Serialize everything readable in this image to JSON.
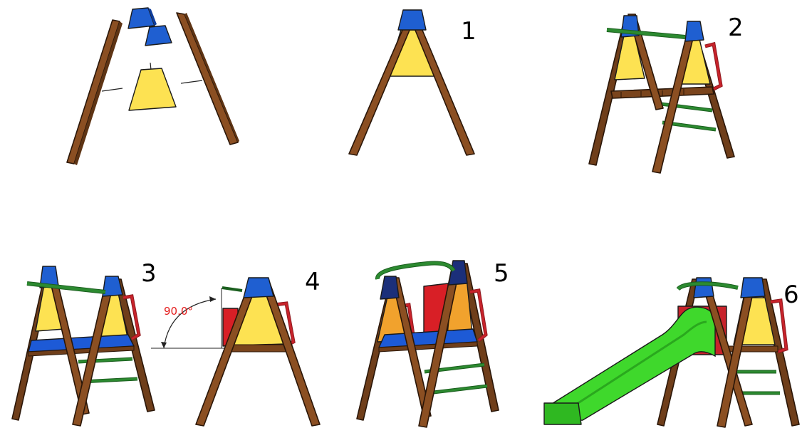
{
  "steps": [
    {
      "number": "1"
    },
    {
      "number": "2"
    },
    {
      "number": "3"
    },
    {
      "number": "4"
    },
    {
      "number": "5"
    },
    {
      "number": "6"
    }
  ],
  "angle_label": "90.0°",
  "colors": {
    "wood": "#8b4f22",
    "wood_dark": "#5e3414",
    "cap_blue": "#1f5fd1",
    "panel_yellow": "#fde252",
    "seat_blue": "#1d5ad6",
    "rail_green": "#2c8a30",
    "handle_red": "#c8232b",
    "panel_orange": "#f1a22d",
    "slide_green": "#3fd82c",
    "angle_red": "#e41c1c"
  }
}
